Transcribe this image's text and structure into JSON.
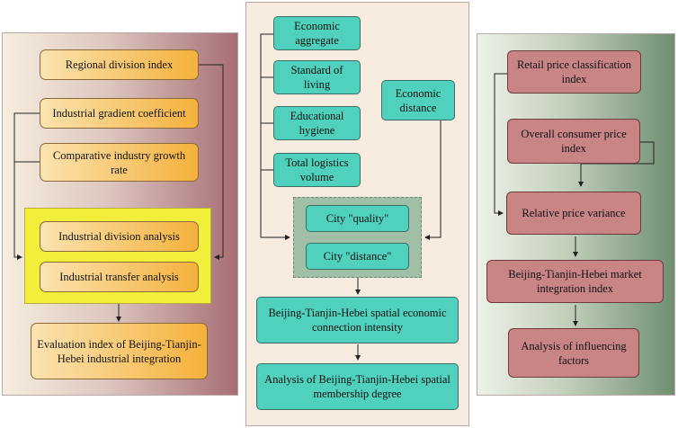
{
  "left": {
    "regional_division_index": "Regional division index",
    "industrial_gradient_coefficient": "Industrial gradient coefficient",
    "comparative_industry_growth_rate": "Comparative industry growth rate",
    "industrial_division_analysis": "Industrial division analysis",
    "industrial_transfer_analysis": "Industrial transfer analysis",
    "evaluation_index": "Evaluation index of Beijing-Tianjin-Hebei industrial integration"
  },
  "middle": {
    "economic_aggregate": "Economic aggregate",
    "standard_of_living": "Standard of living",
    "educational_hygiene": "Educational hygiene",
    "total_logistics_volume": "Total logistics volume",
    "economic_distance": "Economic distance",
    "city_quality": "City  \"quality\"",
    "city_distance": "City \"distance\"",
    "spatial_connection_intensity": "Beijing-Tianjin-Hebei spatial economic connection intensity",
    "spatial_membership_degree": "Analysis of Beijing-Tianjin-Hebei spatial membership degree"
  },
  "right": {
    "retail_price_index": "Retail price classification index",
    "overall_cpi": "Overall consumer price index",
    "relative_price_variance": "Relative price variance",
    "market_integration_index": "Beijing-Tianjin-Hebei market integration index",
    "influencing_factors": "Analysis of influencing factors"
  },
  "colors": {
    "left_panel_start": "#f6eedf",
    "left_panel_end": "#a66e74",
    "middle_panel": "#f8ece0",
    "right_panel_start": "#eef2e8",
    "right_panel_end": "#6f8f72",
    "yellow_group": "#f2ef3a",
    "teal_group": "#9fc0a6"
  }
}
